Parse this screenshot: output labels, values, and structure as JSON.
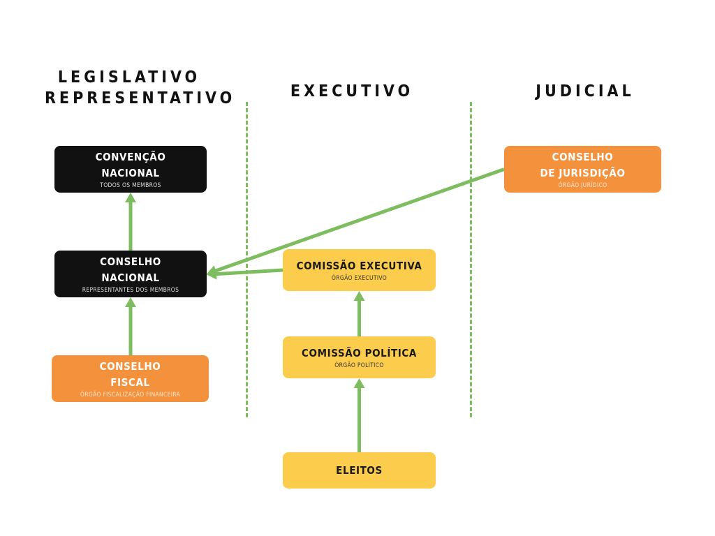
{
  "columns": {
    "legislativo": [
      "LEGISLATIVO",
      "REPRESENTATIVO"
    ],
    "executivo": "EXECUTIVO",
    "judicial": "JUDICIAL"
  },
  "nodes": {
    "convencao": {
      "lines": [
        "CONVENÇÃO",
        "NACIONAL"
      ],
      "sub": "TODOS OS MEMBROS",
      "fill": "#111111"
    },
    "conselho_nacional": {
      "lines": [
        "CONSELHO",
        "NACIONAL"
      ],
      "sub": "REPRESENTANTES DOS MEMBROS",
      "fill": "#111111"
    },
    "conselho_fiscal": {
      "lines": [
        "CONSELHO",
        "FISCAL"
      ],
      "sub": "ÓRGÃO FISCALIZAÇÃO FINANCEIRA",
      "fill": "#f4913c"
    },
    "comissao_executiva": {
      "lines": [
        "COMISSÃO EXECUTIVA"
      ],
      "sub": "ÓRGÃO EXECUTIVO",
      "fill": "#fccd4d"
    },
    "comissao_politica": {
      "lines": [
        "COMISSÃO POLÍTICA"
      ],
      "sub": "ÓRGÃO POLÍTICO",
      "fill": "#fccd4d"
    },
    "eleitos": {
      "lines": [
        "ELEITOS"
      ],
      "fill": "#fccd4d"
    },
    "conselho_jurisdicao": {
      "lines": [
        "CONSELHO",
        "DE JURISDIÇÃO"
      ],
      "sub": "ÓRGÃO JURÍDICO",
      "fill": "#f4913c"
    }
  },
  "edges": [
    {
      "from": "conselho_nacional",
      "to": "convencao"
    },
    {
      "from": "conselho_fiscal",
      "to": "conselho_nacional"
    },
    {
      "from": "comissao_executiva",
      "to": "conselho_nacional"
    },
    {
      "from": "conselho_jurisdicao",
      "to": "conselho_nacional"
    },
    {
      "from": "comissao_politica",
      "to": "comissao_executiva"
    },
    {
      "from": "eleitos",
      "to": "comissao_politica"
    }
  ],
  "colors": {
    "connector": "#7dbd5f",
    "divider": "#7dbd5f"
  }
}
